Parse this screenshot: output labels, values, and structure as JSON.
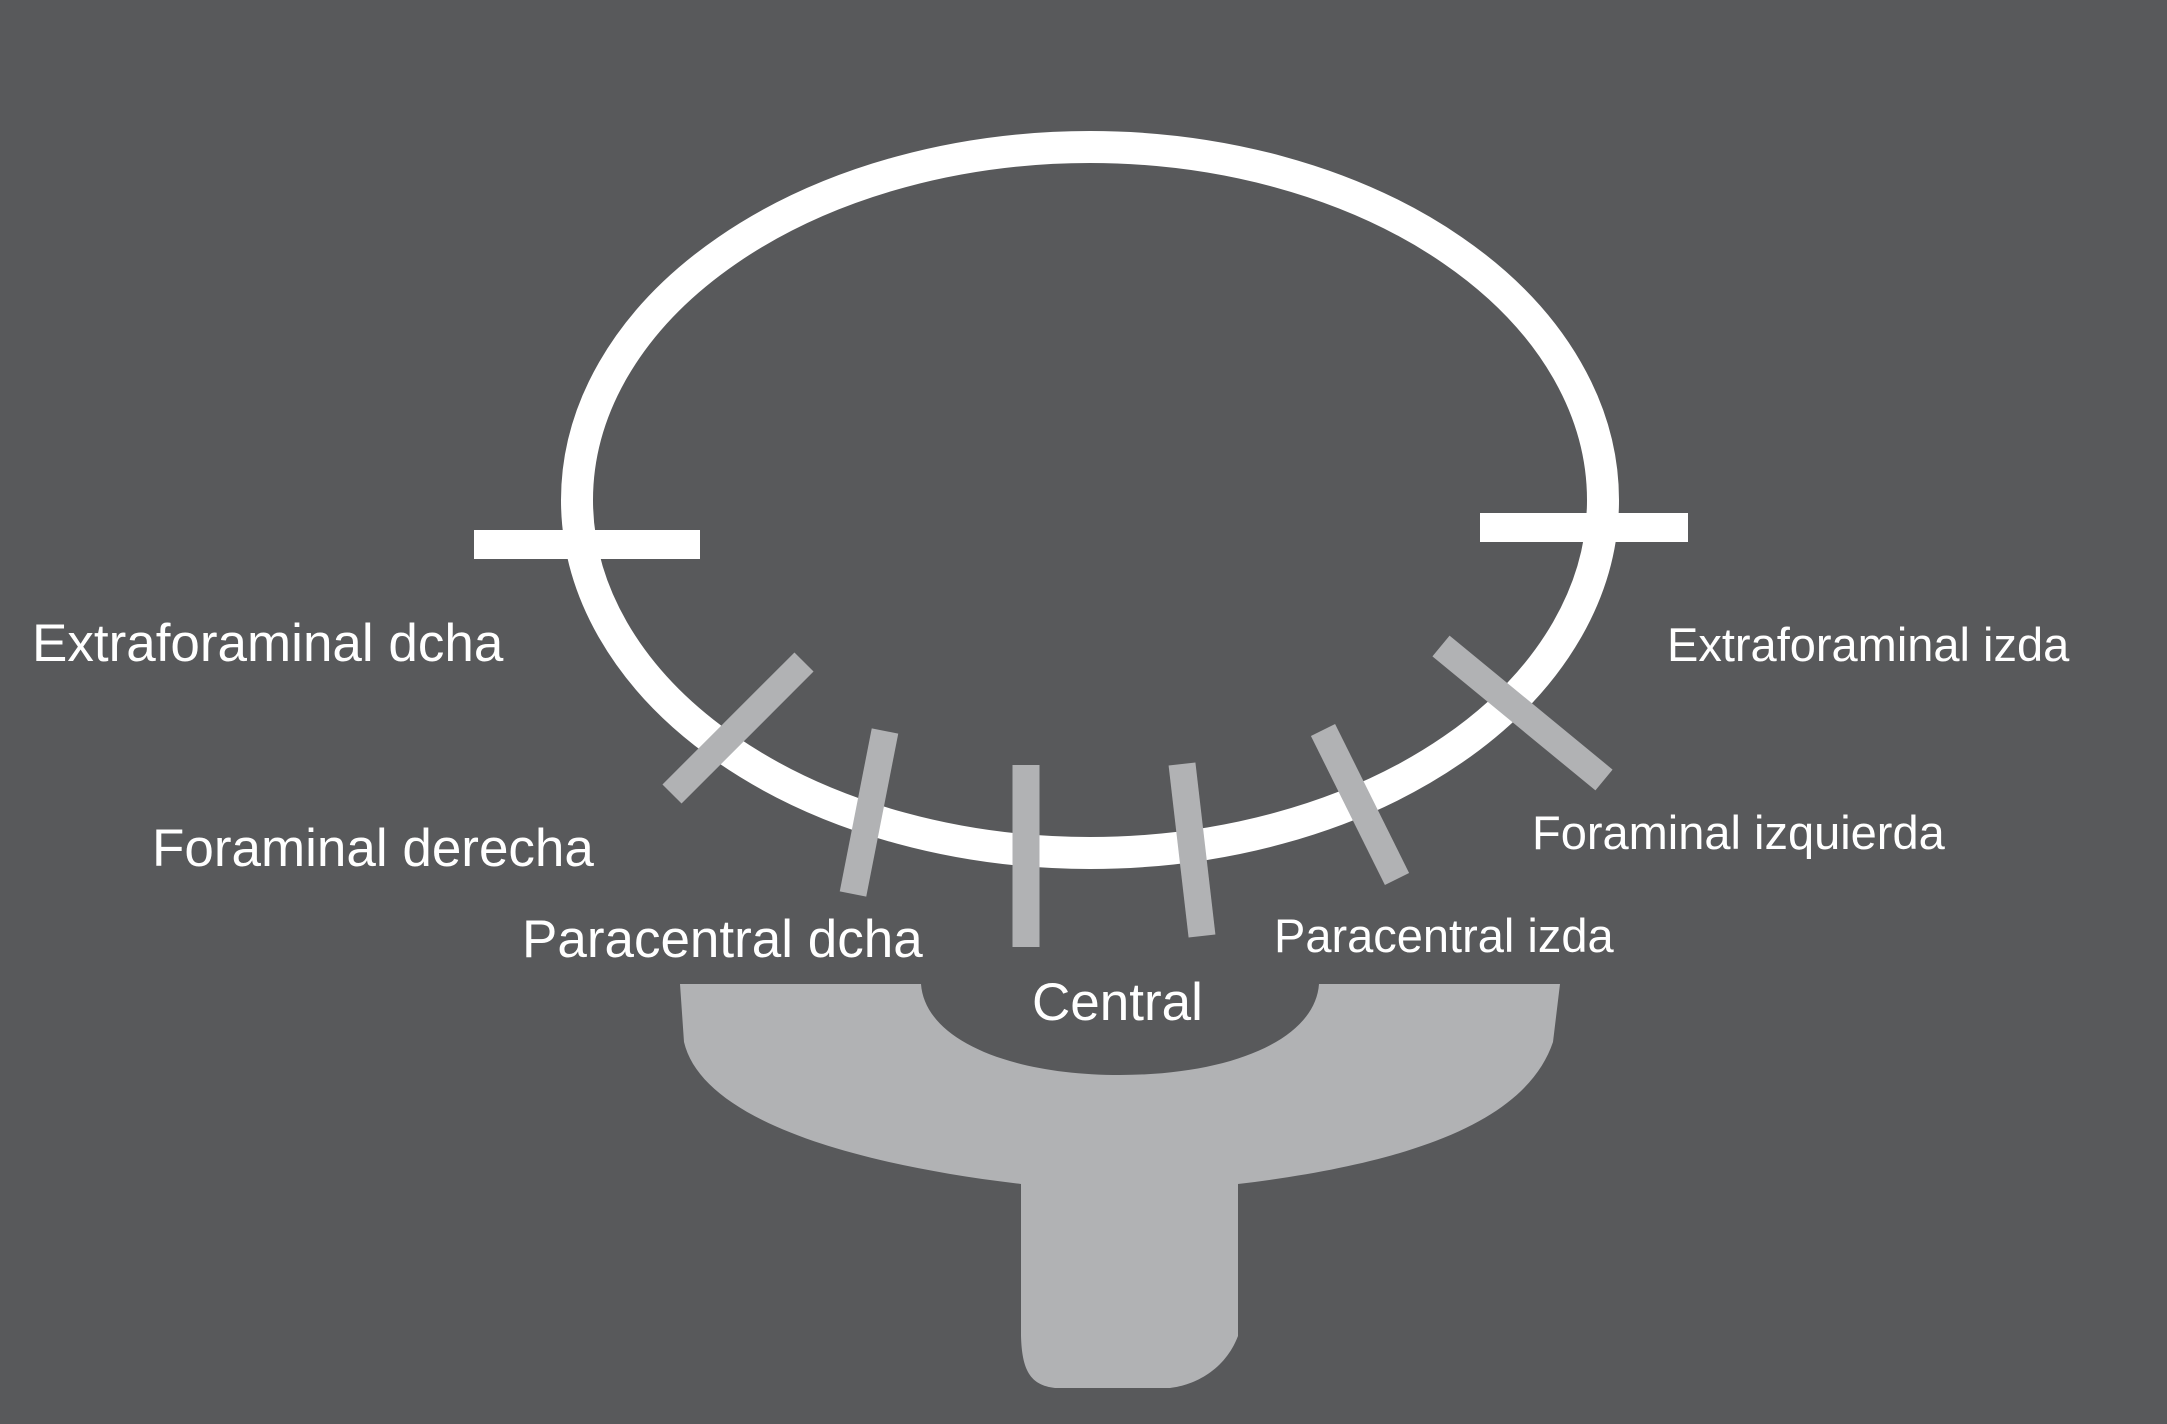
{
  "colors": {
    "background": "#58595b",
    "ring": "#ffffff",
    "marker": "#b1b2b4",
    "vertebra": "#b1b2b4",
    "text": "#ffffff"
  },
  "labels": {
    "extraforaminal_right": "Extraforaminal dcha",
    "extraforaminal_left": "Extraforaminal izda",
    "foraminal_right": "Foraminal derecha",
    "foraminal_left": "Foraminal izquierda",
    "paracentral_right": "Paracentral dcha",
    "paracentral_left": "Paracentral izda",
    "central": "Central"
  }
}
